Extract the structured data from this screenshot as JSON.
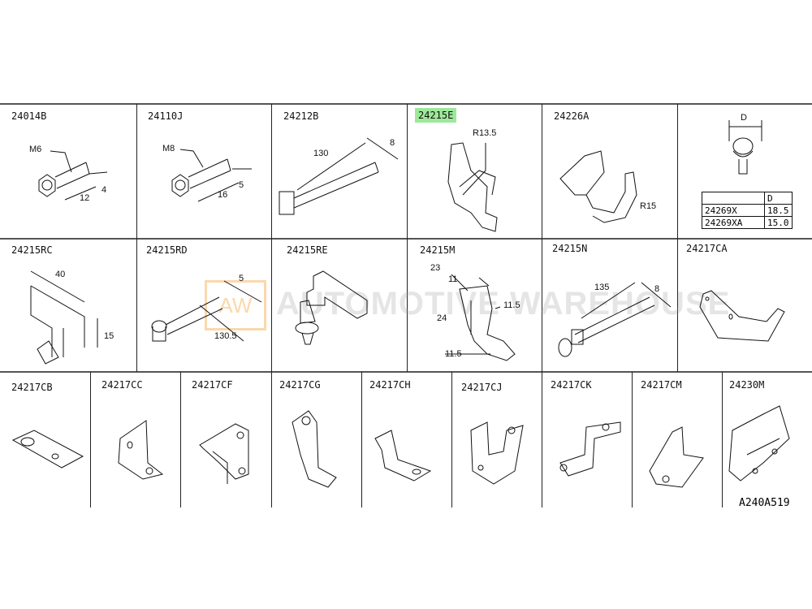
{
  "parts_row1": [
    {
      "code": "24014B",
      "dims": [
        "M6",
        "12",
        "4"
      ]
    },
    {
      "code": "24110J",
      "dims": [
        "M8",
        "16",
        "5"
      ]
    },
    {
      "code": "24212B",
      "dims": [
        "130",
        "8"
      ]
    },
    {
      "code": "24215E",
      "dims": [
        "R13.5"
      ],
      "highlight_color": "#9ee89a"
    },
    {
      "code": "24226A",
      "dims": [
        "R15"
      ]
    },
    {
      "code": "",
      "dims": [
        "D"
      ]
    }
  ],
  "size_table": {
    "header": [
      "",
      "D"
    ],
    "rows": [
      [
        "24269X",
        "18.5"
      ],
      [
        "24269XA",
        "15.0"
      ]
    ]
  },
  "parts_row2": [
    {
      "code": "24215RC",
      "dims": [
        "40",
        "15"
      ]
    },
    {
      "code": "24215RD",
      "dims": [
        "5",
        "130.5"
      ]
    },
    {
      "code": "24215RE",
      "dims": []
    },
    {
      "code": "24215M",
      "dims": [
        "23",
        "11",
        "24",
        "11.5",
        "11.5"
      ]
    },
    {
      "code": "24215N",
      "dims": [
        "135",
        "8"
      ]
    },
    {
      "code": "24217CA",
      "dims": []
    }
  ],
  "parts_row3": [
    "24217CB",
    "24217CC",
    "24217CF",
    "24217CG",
    "24217CH",
    "24217CJ",
    "24217CK",
    "24217CM",
    "24230M"
  ],
  "watermark": {
    "logo": "AW",
    "text": "AUTOMOTIVE WAREHOUSE"
  },
  "diagram_ref": "A240A519"
}
